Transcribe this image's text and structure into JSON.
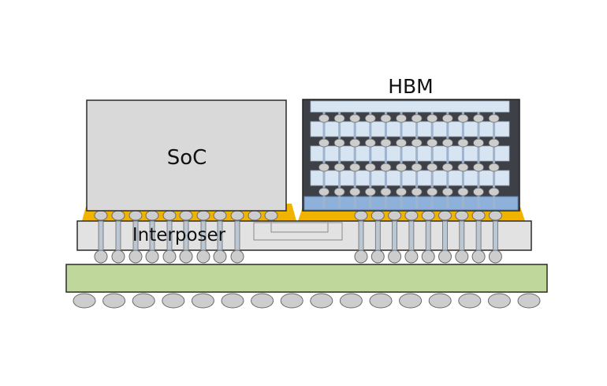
{
  "labels": {
    "soc": "SoC",
    "hbm": "HBM",
    "interposer": "Interposer"
  },
  "colors": {
    "die": "#d9d9d9",
    "die_stroke": "#2b2b2b",
    "interposer": "#e2e2e2",
    "substrate": "#bfd79a",
    "underfill": "#f0b400",
    "hbm_frame": "#3d4047",
    "hbm_layer": "#d7e4f2",
    "hbm_base": "#8eb1dc",
    "bump": "#cdcdcd",
    "bump_stroke": "#6a6a6a"
  }
}
